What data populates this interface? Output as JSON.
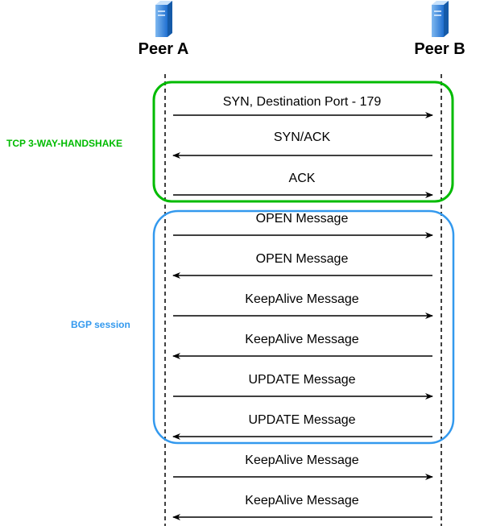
{
  "peers": {
    "a": {
      "label": "Peer A"
    },
    "b": {
      "label": "Peer B"
    }
  },
  "groups": {
    "tcp": {
      "label": "TCP 3-WAY-HANDSHAKE",
      "color": "#00bb00"
    },
    "bgp": {
      "label": "BGP session",
      "color": "#3399ee"
    }
  },
  "messages": [
    {
      "text": "SYN, Destination Port - 179",
      "direction": "a-to-b"
    },
    {
      "text": "SYN/ACK",
      "direction": "b-to-a"
    },
    {
      "text": "ACK",
      "direction": "a-to-b"
    },
    {
      "text": "OPEN Message",
      "direction": "a-to-b"
    },
    {
      "text": "OPEN Message",
      "direction": "b-to-a"
    },
    {
      "text": "KeepAlive Message",
      "direction": "a-to-b"
    },
    {
      "text": "KeepAlive Message",
      "direction": "b-to-a"
    },
    {
      "text": "UPDATE Message",
      "direction": "a-to-b"
    },
    {
      "text": "UPDATE Message",
      "direction": "b-to-a"
    },
    {
      "text": "KeepAlive Message",
      "direction": "a-to-b"
    },
    {
      "text": "KeepAlive Message",
      "direction": "b-to-a"
    }
  ]
}
